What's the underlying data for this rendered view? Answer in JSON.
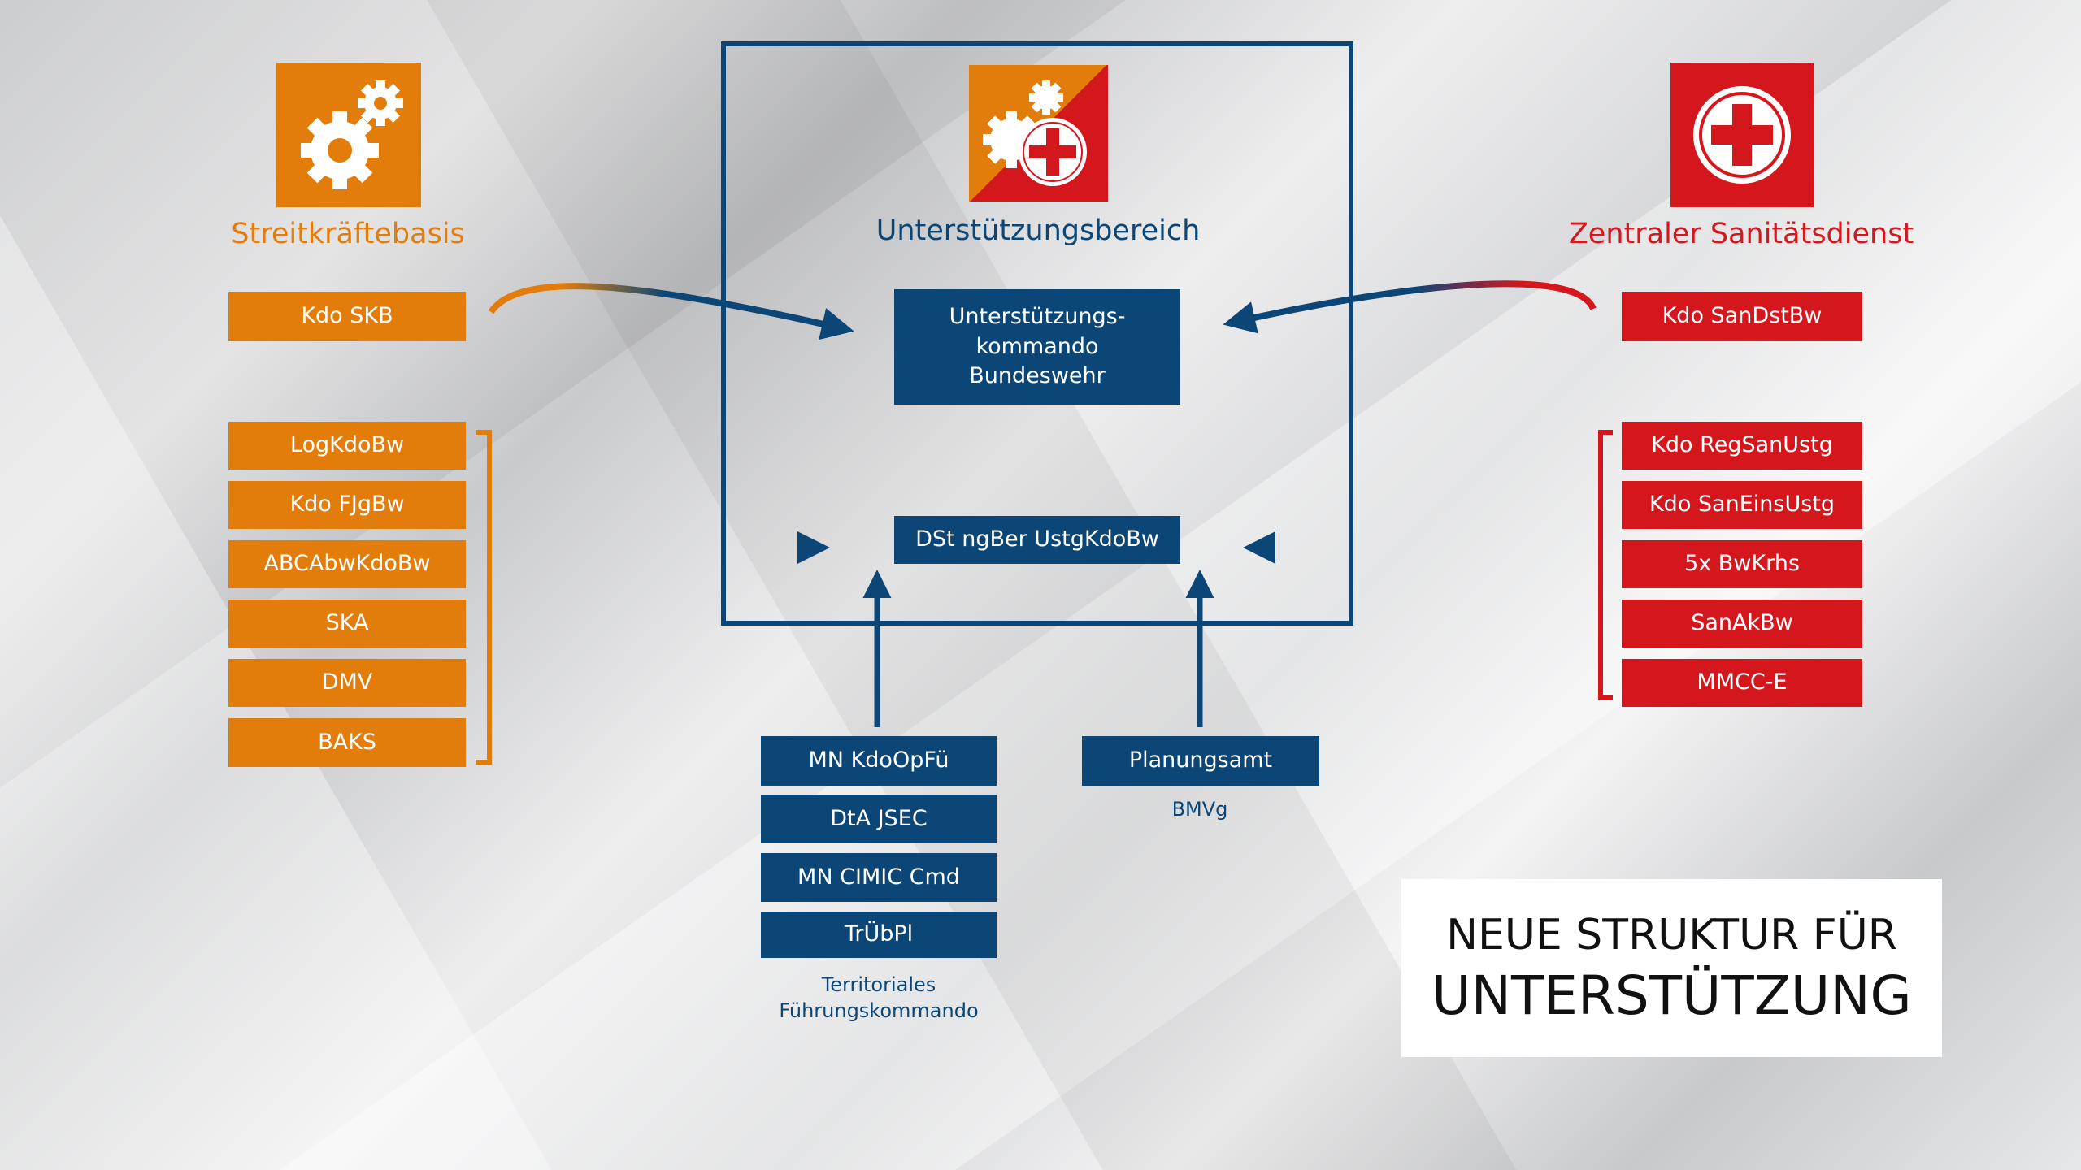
{
  "left": {
    "title": "Streitkräftebasis",
    "head": "Kdo SKB",
    "items": [
      "LogKdoBw",
      "Kdo FJgBw",
      "ABCAbwKdoBw",
      "SKA",
      "DMV",
      "BAKS"
    ],
    "icon": "gears-icon"
  },
  "center": {
    "title": "Unterstützungsbereich",
    "main": [
      "Unterstützungs-",
      "kommando",
      "Bundeswehr"
    ],
    "dst": "DSt ngBer UstgKdoBw",
    "icon": "gears-cross-icon"
  },
  "right": {
    "title": "Zentraler Sanitätsdienst",
    "head": "Kdo SanDstBw",
    "items": [
      "Kdo RegSanUstg",
      "Kdo SanEinsUstg",
      "5x BwKrhs",
      "SanAkBw",
      "MMCC-E"
    ],
    "icon": "red-cross-icon"
  },
  "bottom_left": {
    "items": [
      "MN KdoOpFü",
      "DtA JSEC",
      "MN CIMIC Cmd",
      "TrÜbPl"
    ],
    "caption": [
      "Territoriales",
      "Führungskommando"
    ]
  },
  "bottom_right": {
    "item": "Planungsamt",
    "caption": "BMVg"
  },
  "banner": {
    "line1": "NEUE STRUKTUR FÜR",
    "line2": "UNTERSTÜTZUNG"
  },
  "colors": {
    "orange": "#e27d0c",
    "red": "#d3171d",
    "navy": "#0b4677"
  }
}
